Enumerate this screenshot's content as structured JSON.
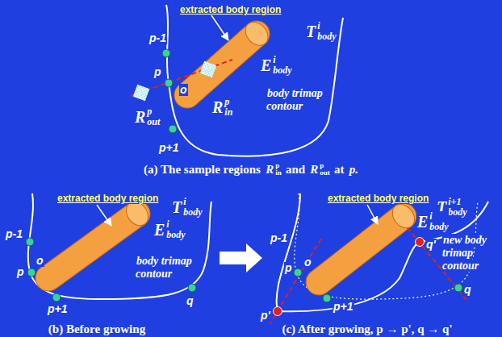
{
  "diagram": {
    "labels": [
      "extracted body region",
      "T",
      "i",
      "body",
      "E",
      "i",
      "body",
      "body trimap contour",
      "p-1",
      "p",
      "o",
      "p+1",
      "R",
      "p",
      "in",
      "R",
      "p",
      "out",
      "(a) The sample regions",
      "R",
      "p",
      "in",
      "and",
      "R",
      "p",
      "out",
      "at",
      "p.",
      "extracted body region",
      "T",
      "i",
      "body",
      "E",
      "i",
      "body",
      "body trimap contour",
      "p-1",
      "p",
      "o",
      "p+1",
      "q",
      "(b) Before growing",
      "extracted body region",
      "T",
      "i+1",
      "body",
      "E",
      "i",
      "body",
      "new body trimap contour",
      "p-1",
      "p",
      "o",
      "p'",
      "p+1",
      "q'",
      "q",
      "(c) After growing, p → p', q → q'"
    ]
  }
}
